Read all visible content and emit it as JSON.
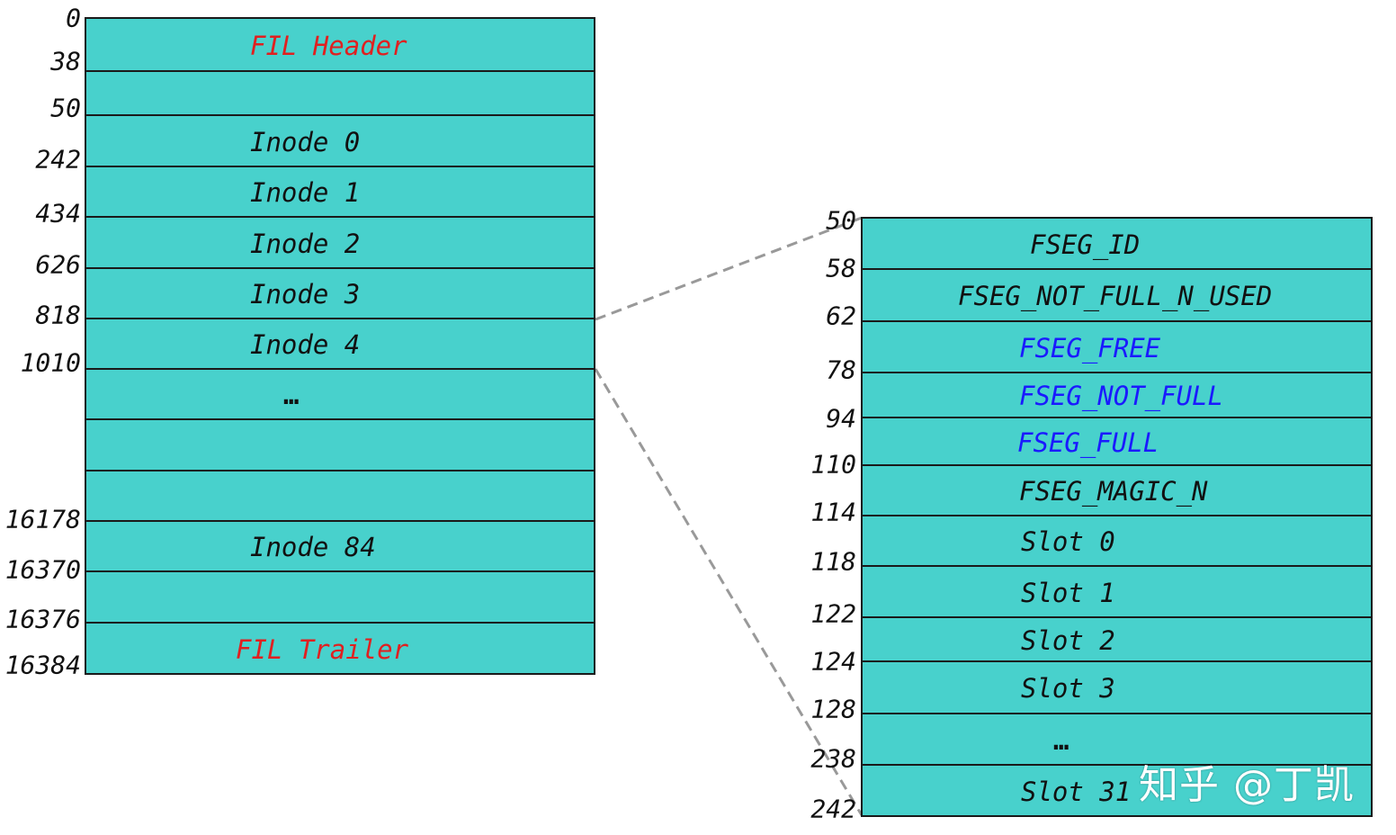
{
  "colors": {
    "fill": "#48d1cc",
    "line": "#1a1a1a",
    "red": "#e02020",
    "blue": "#1a1aff",
    "connector": "#999999"
  },
  "page_layout": {
    "offsets": [
      "0",
      "38",
      "50",
      "242",
      "434",
      "626",
      "818",
      "1010",
      "16178",
      "16370",
      "16376",
      "16384"
    ],
    "rows": [
      {
        "label": "FIL Header",
        "color": "red"
      },
      {
        "label": "",
        "color": "black"
      },
      {
        "label": "Inode 0",
        "color": "black"
      },
      {
        "label": "Inode 1",
        "color": "black"
      },
      {
        "label": "Inode 2",
        "color": "black"
      },
      {
        "label": "Inode 3",
        "color": "black"
      },
      {
        "label": "Inode 4",
        "color": "black"
      },
      {
        "label": "…",
        "color": "black"
      },
      {
        "label": "",
        "color": "black"
      },
      {
        "label": "",
        "color": "black"
      },
      {
        "label": "Inode 84",
        "color": "black"
      },
      {
        "label": "",
        "color": "black"
      },
      {
        "label": "FIL Trailer",
        "color": "red"
      }
    ]
  },
  "inode_entry": {
    "offsets": [
      "50",
      "58",
      "62",
      "78",
      "94",
      "110",
      "114",
      "118",
      "122",
      "124",
      "128",
      "238",
      "242"
    ],
    "rows": [
      {
        "label": "FSEG_ID",
        "color": "black"
      },
      {
        "label": "FSEG_NOT_FULL_N_USED",
        "color": "black"
      },
      {
        "label": "FSEG_FREE",
        "color": "blue"
      },
      {
        "label": "FSEG_NOT_FULL",
        "color": "blue"
      },
      {
        "label": "FSEG_FULL",
        "color": "blue"
      },
      {
        "label": "FSEG_MAGIC_N",
        "color": "black"
      },
      {
        "label": "Slot 0",
        "color": "black"
      },
      {
        "label": "Slot 1",
        "color": "black"
      },
      {
        "label": "Slot 2",
        "color": "black"
      },
      {
        "label": "Slot 3",
        "color": "black"
      },
      {
        "label": "…",
        "color": "black"
      },
      {
        "label": "Slot 31",
        "color": "black"
      }
    ]
  },
  "watermark": "知乎 @丁凯"
}
